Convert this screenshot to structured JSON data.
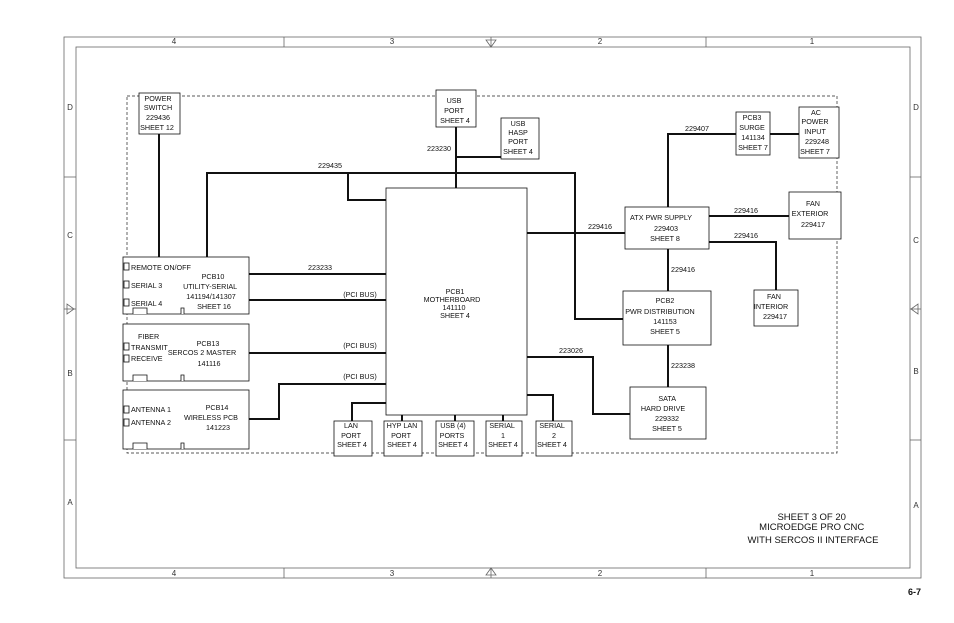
{
  "frame": {
    "columns": [
      "4",
      "3",
      "2",
      "1"
    ],
    "rows": [
      "D",
      "C",
      "B",
      "A"
    ]
  },
  "title_block": {
    "line1": "SHEET 3 OF 20",
    "line2": "MICROEDGE PRO CNC",
    "line3": "WITH SERCOS II INTERFACE"
  },
  "page_number": "6-7",
  "blocks": {
    "power_switch": [
      "POWER",
      "SWITCH",
      "229436",
      "SHEET 12"
    ],
    "usb_port": [
      "USB",
      "PORT",
      "SHEET 4"
    ],
    "usb_hasp": [
      "USB",
      "HASP",
      "PORT",
      "SHEET 4"
    ],
    "pcb3": [
      "PCB3",
      "SURGE",
      "141134",
      "SHEET 7"
    ],
    "ac_power": [
      "AC",
      "POWER",
      "INPUT",
      "229248",
      "SHEET 7"
    ],
    "fan_exterior": [
      "FAN",
      "EXTERIOR",
      "229417"
    ],
    "atx": [
      "ATX PWR SUPPLY",
      "229403",
      "SHEET 8"
    ],
    "fan_interior": [
      "FAN",
      "INTERIOR",
      "229417"
    ],
    "pcb1": [
      "PCB1",
      "MOTHERBOARD",
      "141110",
      "SHEET 4"
    ],
    "pcb10": [
      "PCB10",
      "UTILITY-SERIAL",
      "141194/141307",
      "SHEET 16"
    ],
    "pcb10_ports": [
      "REMOTE ON/OFF",
      "SERIAL 3",
      "SERIAL 4"
    ],
    "pcb13": [
      "PCB13",
      "SERCOS 2 MASTER",
      "141116"
    ],
    "pcb13_ports": [
      "FIBER",
      "TRANSMIT",
      "RECEIVE"
    ],
    "pcb14": [
      "PCB14",
      "WIRELESS PCB",
      "141223"
    ],
    "pcb14_ports": [
      "ANTENNA 1",
      "ANTENNA 2"
    ],
    "pcb2": [
      "PCB2",
      "PWR DISTRIBUTION",
      "141153",
      "SHEET 5"
    ],
    "sata": [
      "SATA",
      "HARD DRIVE",
      "229332",
      "SHEET 5"
    ],
    "lan": [
      "LAN",
      "PORT",
      "SHEET 4"
    ],
    "hyp_lan": [
      "HYP LAN",
      "PORT",
      "SHEET 4"
    ],
    "usb4": [
      "USB (4)",
      "PORTS",
      "SHEET 4"
    ],
    "serial1": [
      "SERIAL",
      "1",
      "SHEET 4"
    ],
    "serial2": [
      "SERIAL",
      "2",
      "SHEET 4"
    ]
  },
  "cables": {
    "c229435": "229435",
    "c223230": "223230",
    "c229407": "229407",
    "c229416_a": "229416",
    "c229416_b": "229416",
    "c229416_c": "229416",
    "c229416_d": "229416",
    "c223233": "223233",
    "pci_bus_1": "(PCI BUS)",
    "pci_bus_2": "(PCI BUS)",
    "pci_bus_3": "(PCI BUS)",
    "c223026": "223026",
    "c223238": "223238"
  }
}
